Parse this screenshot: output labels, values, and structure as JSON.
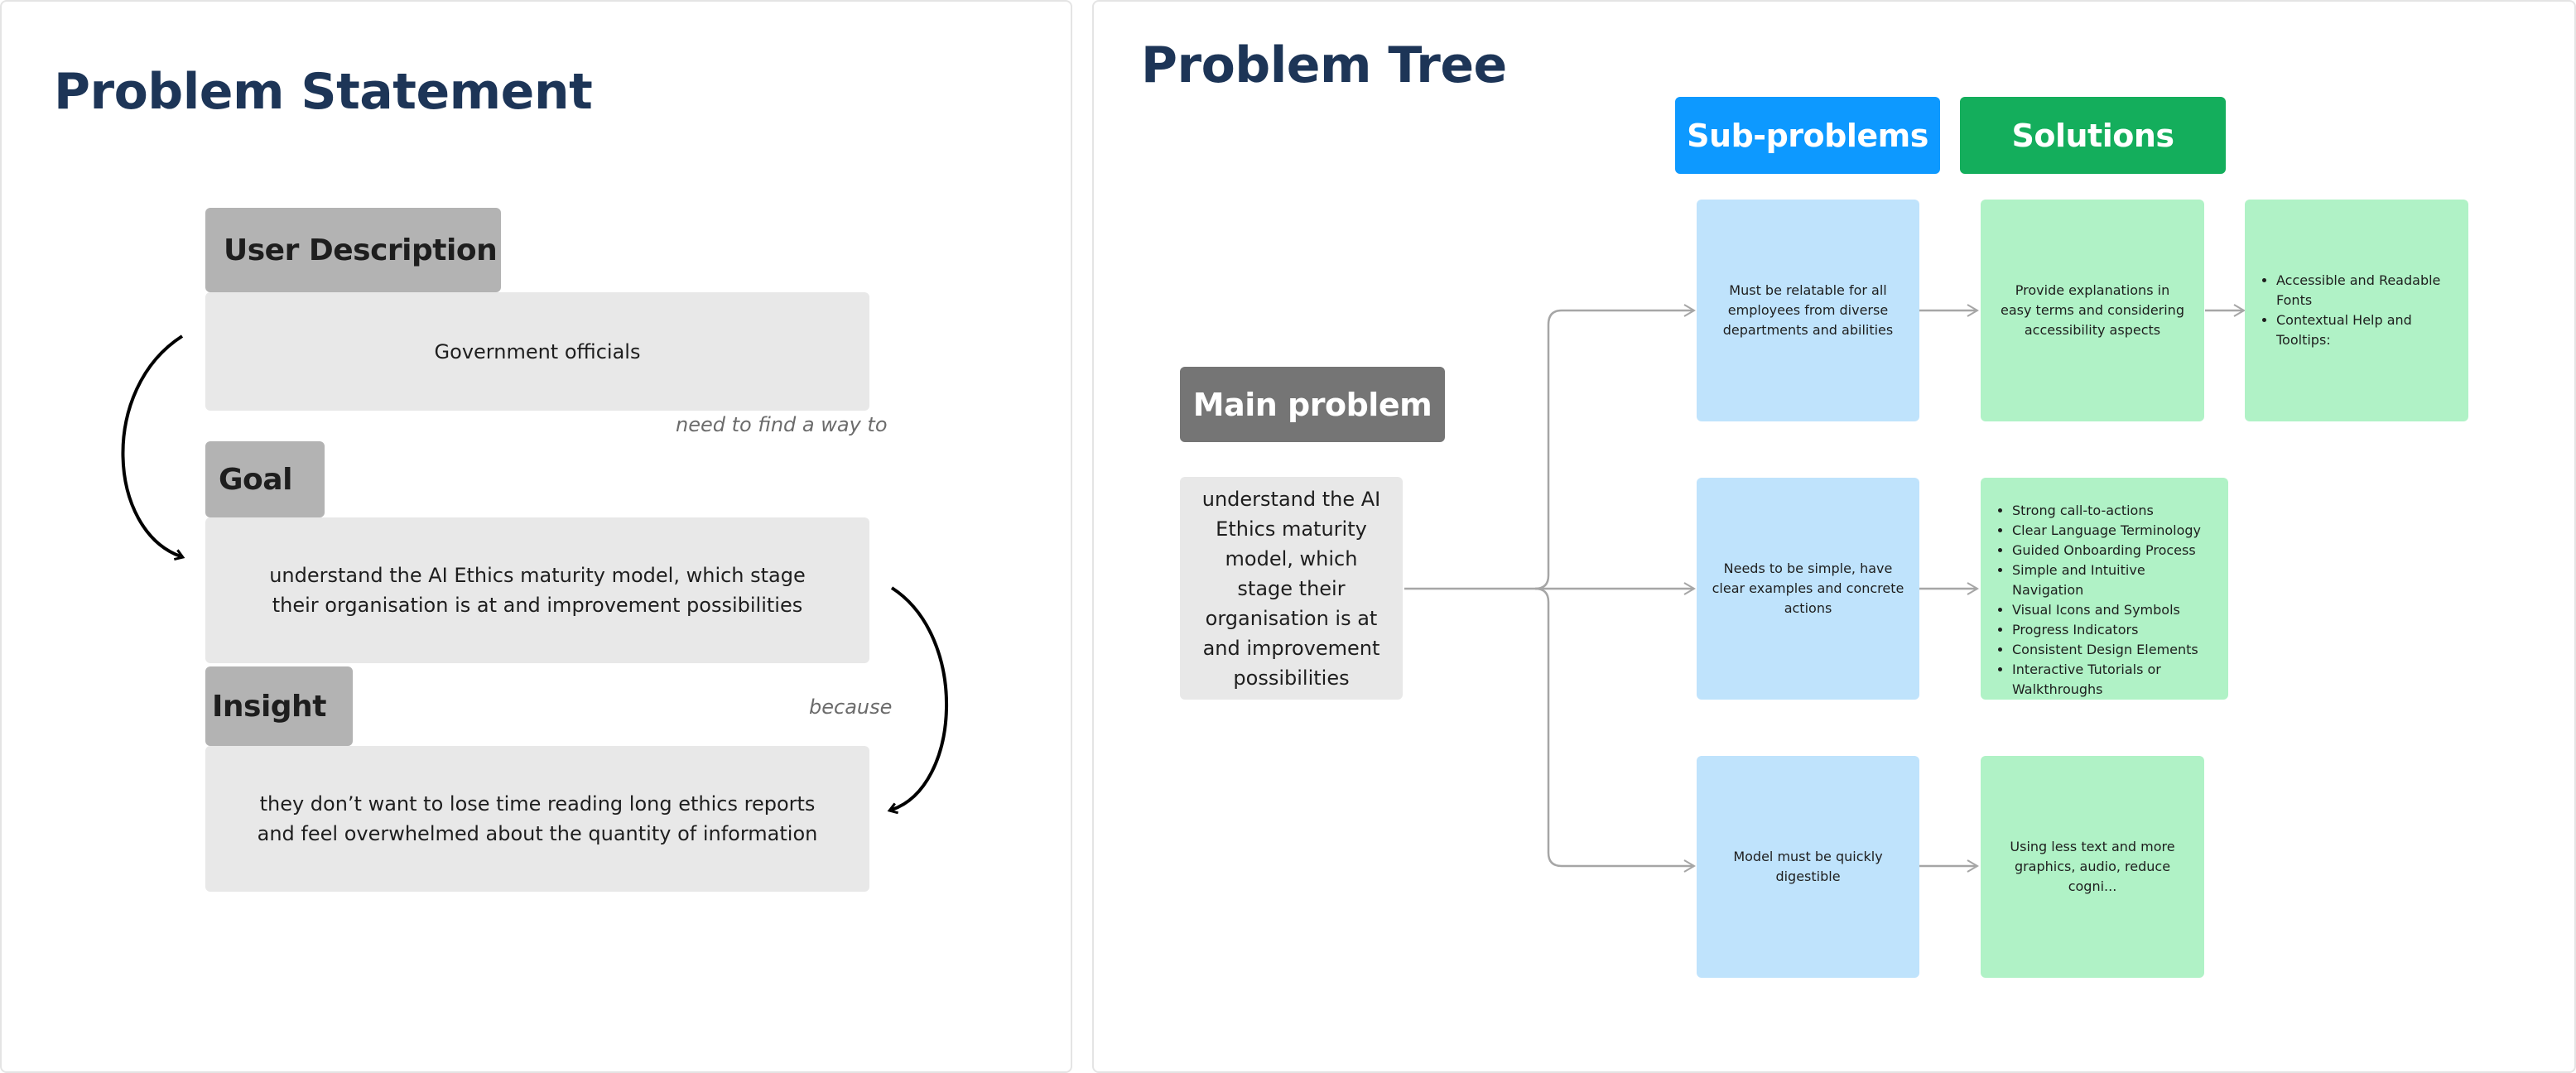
{
  "problem_statement": {
    "title": "Problem Statement",
    "user_description_label": "User Description",
    "user_description": "Government officials",
    "connector_1": "need to find a way to",
    "goal_label": "Goal",
    "goal": "understand the AI Ethics maturity model, which stage their organisation is at and improvement possibilities",
    "insight_label": "Insight",
    "connector_2": "because",
    "insight": "they don’t want to lose time reading long ethics reports and feel overwhelmed about the quantity of information"
  },
  "problem_tree": {
    "title": "Problem Tree",
    "subproblems_header": "Sub-problems",
    "solutions_header": "Solutions",
    "main_problem_label": "Main problem",
    "main_problem": "understand the AI Ethics maturity model, which stage their organisation is at and improvement possibilities",
    "subproblems": [
      "Must be relatable for all employees from diverse departments and abilities",
      "Needs to be simple, have clear examples and concrete actions",
      "Model must be quickly digestible"
    ],
    "solutions": [
      "Provide explanations in easy terms  and considering accessibility aspects",
      "Using less text and more graphics, audio, reduce cogni..."
    ],
    "solution_list_2": [
      "Strong call-to-actions",
      "Clear Language Terminology",
      "Guided Onboarding Process",
      "Simple and Intuitive Navigation",
      "Visual Icons and Symbols",
      "Progress Indicators",
      "Consistent Design Elements",
      "Interactive Tutorials or Walkthroughs"
    ],
    "detail_list_1": [
      "Accessible and Readable Fonts",
      "Contextual Help and Tooltips:"
    ]
  },
  "colors": {
    "title": "#1d3557",
    "label_grey": "#b3b3b3",
    "content_grey": "#e8e8e8",
    "main_problem_header": "#757575",
    "subproblems_header": "#0d99ff",
    "solutions_header": "#14ae5c",
    "sticky_blue": "#bfe3fc",
    "sticky_green": "#b0f2c6",
    "connector": "#a6a6a6"
  }
}
